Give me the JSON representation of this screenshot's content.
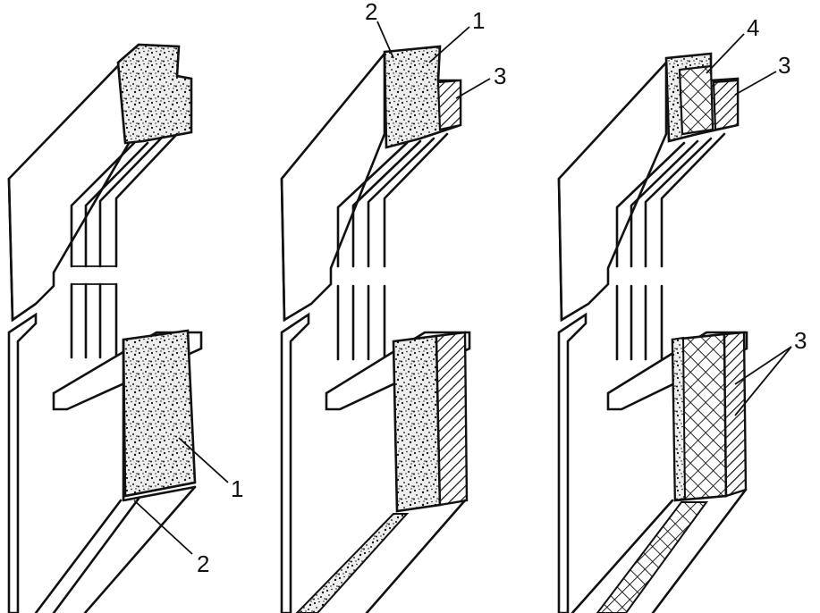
{
  "panels": [
    {
      "id": "left",
      "callouts": [
        {
          "text": "1"
        },
        {
          "text": "2"
        }
      ]
    },
    {
      "id": "middle",
      "callouts": [
        {
          "text": "2"
        },
        {
          "text": "1"
        },
        {
          "text": "3"
        }
      ]
    },
    {
      "id": "right",
      "callouts": [
        {
          "text": "4"
        },
        {
          "text": "3"
        },
        {
          "text": "3"
        }
      ]
    }
  ]
}
